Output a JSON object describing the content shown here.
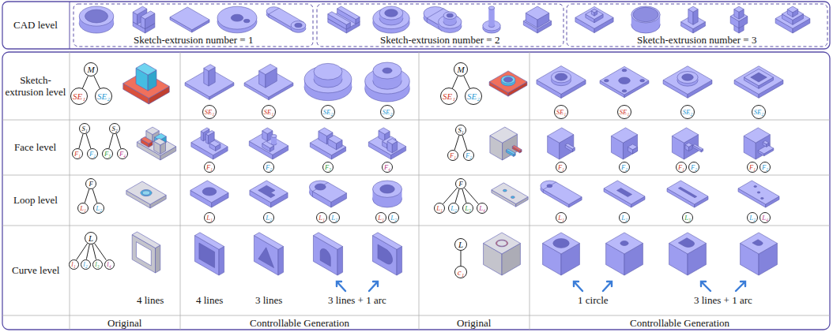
{
  "diagram": {
    "nodes": [
      {
        "text": [
          "M"
        ]
      },
      {
        "text": [
          "SE₁"
        ]
      },
      {
        "text": [
          "SE₂"
        ]
      },
      {
        "text": [
          "SE₁"
        ]
      },
      {
        "text": [
          "SE₁"
        ]
      },
      {
        "text": [
          "SE₂"
        ]
      },
      {
        "text": [
          "SE₂"
        ]
      },
      {
        "text": [
          "M"
        ]
      },
      {
        "text": [
          "SE₁"
        ]
      },
      {
        "text": [
          "SE₂"
        ]
      },
      {
        "text": [
          "SE₁"
        ]
      },
      {
        "text": [
          "SE₁"
        ]
      },
      {
        "text": [
          "SE₂"
        ]
      },
      {
        "text": [
          "SE₂"
        ]
      },
      {
        "text": [
          "S₁"
        ]
      },
      {
        "text": [
          "S₂"
        ]
      },
      {
        "text": [
          "F₁"
        ]
      },
      {
        "text": [
          "F₂"
        ]
      },
      {
        "text": [
          "F₃"
        ]
      },
      {
        "text": [
          "F₄"
        ]
      },
      {
        "text": [
          "F₁"
        ]
      },
      {
        "text": [
          "F₂"
        ]
      },
      {
        "text": [
          "F₃"
        ]
      },
      {
        "text": [
          "F₄"
        ]
      },
      {
        "text": [
          "S₁"
        ]
      },
      {
        "text": [
          "F₁"
        ]
      },
      {
        "text": [
          "F₂"
        ]
      },
      {
        "text": [
          "F₁"
        ]
      },
      {
        "text": [
          "F₂"
        ]
      },
      {
        "text": [
          "F₁"
        ]
      },
      {
        "text": [
          "F₂"
        ]
      },
      {
        "text": [
          "F₁"
        ]
      },
      {
        "text": [
          "F₂"
        ]
      },
      {
        "text": [
          "F"
        ]
      },
      {
        "text": [
          "L₁"
        ]
      },
      {
        "text": [
          "L₂"
        ]
      },
      {
        "text": [
          "L₁"
        ]
      },
      {
        "text": [
          "L₂"
        ]
      },
      {
        "text": [
          "L₁"
        ]
      },
      {
        "text": [
          "L₂"
        ]
      },
      {
        "text": [
          "L₁"
        ]
      },
      {
        "text": [
          "L₂"
        ]
      },
      {
        "text": [
          "F"
        ]
      },
      {
        "text": [
          "L₁"
        ]
      },
      {
        "text": [
          "L₂"
        ]
      },
      {
        "text": [
          "L₃"
        ]
      },
      {
        "text": [
          "L₄"
        ]
      },
      {
        "text": [
          "L₁"
        ]
      },
      {
        "text": [
          "L₂"
        ]
      },
      {
        "text": [
          "L₃"
        ]
      },
      {
        "text": [
          "L₂"
        ]
      },
      {
        "text": [
          "L₄"
        ]
      },
      {
        "text": [
          "L"
        ]
      },
      {
        "text": [
          "l₁"
        ]
      },
      {
        "text": [
          "l₂"
        ]
      },
      {
        "text": [
          "l₃"
        ]
      },
      {
        "text": [
          "l₄"
        ]
      },
      {
        "text": [
          "L"
        ]
      },
      {
        "text": [
          "c₁"
        ]
      }
    ],
    "edges": [
      {
        "from": 0,
        "to": 1,
        "arrow": "none"
      },
      {
        "from": 0,
        "to": 2,
        "arrow": "none"
      },
      {
        "from": 7,
        "to": 8,
        "arrow": "none"
      },
      {
        "from": 7,
        "to": 9,
        "arrow": "none"
      },
      {
        "from": 14,
        "to": 16,
        "arrow": "none"
      },
      {
        "from": 14,
        "to": 17,
        "arrow": "none"
      },
      {
        "from": 15,
        "to": 18,
        "arrow": "none"
      },
      {
        "from": 15,
        "to": 19,
        "arrow": "none"
      },
      {
        "from": 24,
        "to": 25,
        "arrow": "none"
      },
      {
        "from": 24,
        "to": 26,
        "arrow": "none"
      },
      {
        "from": 33,
        "to": 34,
        "arrow": "none"
      },
      {
        "from": 33,
        "to": 35,
        "arrow": "none"
      },
      {
        "from": 42,
        "to": 43,
        "arrow": "none"
      },
      {
        "from": 42,
        "to": 44,
        "arrow": "none"
      },
      {
        "from": 42,
        "to": 45,
        "arrow": "none"
      },
      {
        "from": 42,
        "to": 46,
        "arrow": "none"
      },
      {
        "from": 52,
        "to": 53,
        "arrow": "none"
      },
      {
        "from": 52,
        "to": 54,
        "arrow": "none"
      },
      {
        "from": 52,
        "to": 55,
        "arrow": "none"
      },
      {
        "from": 52,
        "to": 56,
        "arrow": "none"
      },
      {
        "from": 57,
        "to": 58,
        "arrow": "none"
      }
    ],
    "labels": [
      "CAD level",
      "Sketch-extrusion number = 1",
      "Sketch-extrusion number = 2",
      "Sketch-extrusion number = 3",
      "Sketch-extrusion level",
      "Face level",
      "Loop level",
      "Curve level",
      "4 lines",
      "4 lines",
      "3 lines",
      "3 lines + 1 arc",
      "1 circle",
      "3 lines + 1 arc",
      "Original",
      "Controllable Generation",
      "Original",
      "Controllable Generation"
    ]
  }
}
